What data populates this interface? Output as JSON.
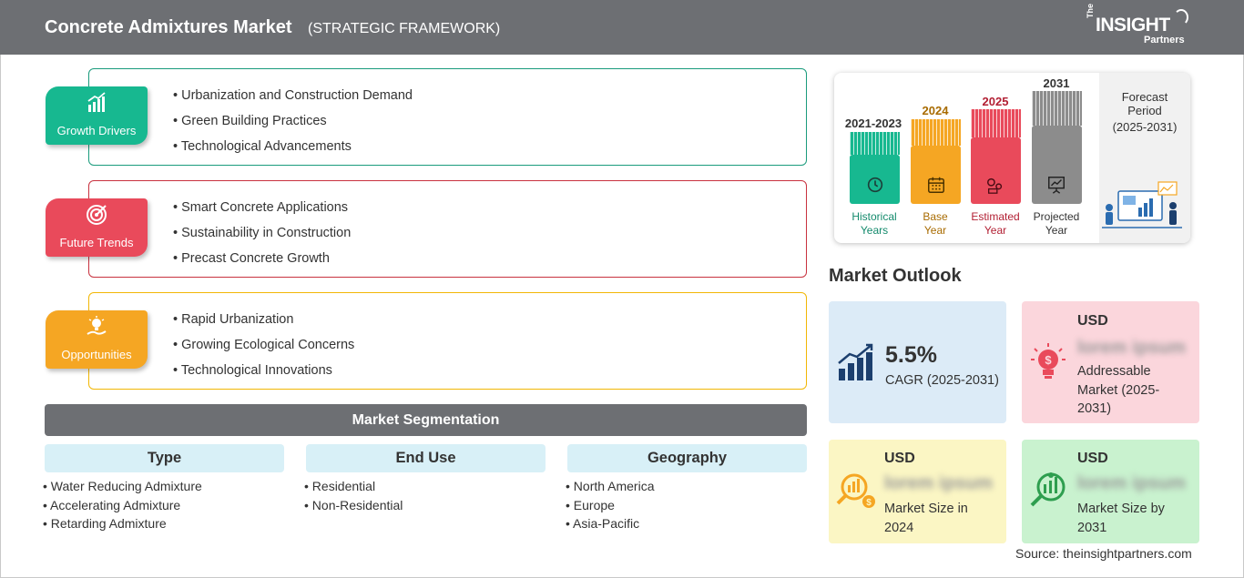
{
  "header": {
    "title": "Concrete Admixtures Market",
    "subtitle": "(STRATEGIC FRAMEWORK)",
    "logo": {
      "the": "The",
      "insight": "INSIGHT",
      "partners": "Partners"
    }
  },
  "framework": [
    {
      "tag": "Growth Drivers",
      "icon": "bar-chart-growth-icon",
      "color": "#17b890",
      "border": "#1a9b7c",
      "items": [
        "Urbanization and Construction Demand",
        "Green Building Practices",
        "Technological Advancements"
      ]
    },
    {
      "tag": "Future Trends",
      "icon": "target-icon",
      "color": "#e94a5b",
      "border": "#c8323f",
      "items": [
        "Smart Concrete Applications",
        "Sustainability in Construction",
        "Precast Concrete Growth"
      ]
    },
    {
      "tag": "Opportunities",
      "icon": "lightbulb-hand-icon",
      "color": "#f5a623",
      "border": "#f2b705",
      "items": [
        "Rapid Urbanization",
        "Growing Ecological Concerns",
        "Technological Innovations"
      ]
    }
  ],
  "segmentation": {
    "title": "Market Segmentation",
    "columns": [
      {
        "header": "Type",
        "items": [
          "Water Reducing Admixture",
          "Accelerating Admixture",
          "Retarding Admixture"
        ]
      },
      {
        "header": "End Use",
        "items": [
          "Residential",
          "Non-Residential"
        ]
      },
      {
        "header": "Geography",
        "items": [
          "North America",
          "Europe",
          "Asia-Pacific"
        ]
      }
    ]
  },
  "timeline": {
    "periods": [
      {
        "year": "2021-2023",
        "label_1": "Historical",
        "label_2": "Years",
        "color": "#17b890",
        "text_color": "#138a6c",
        "icon": "clock-history-icon"
      },
      {
        "year": "2024",
        "label_1": "Base",
        "label_2": "Year",
        "color": "#f5a623",
        "text_color": "#a86b00",
        "icon": "calendar-icon"
      },
      {
        "year": "2025",
        "label_1": "Estimated",
        "label_2": "Year",
        "color": "#e94a5b",
        "text_color": "#b21f33",
        "icon": "gears-money-icon"
      },
      {
        "year": "2031",
        "label_1": "Projected",
        "label_2": "Year",
        "color": "#8c8c8c",
        "text_color": "#333333",
        "icon": "presentation-chart-icon"
      }
    ],
    "forecast": {
      "line_1": "Forecast",
      "line_2": "Period",
      "range": "(2025-2031)",
      "icon": "analyst-dashboard-icon"
    }
  },
  "outlook": {
    "title": "Market Outlook",
    "cagr": {
      "value": "5.5%",
      "label": "CAGR (2025-2031)",
      "icon": "growth-chart-icon",
      "bg": "#dcebf7"
    },
    "addressable": {
      "currency": "USD",
      "value": "lorem ipsum",
      "label": "Addressable Market (2025-2031)",
      "icon": "lightbulb-dollar-icon",
      "bg": "#fbd6dc"
    },
    "size_2024": {
      "currency": "USD",
      "value": "lorem ipsum",
      "label": "Market Size in 2024",
      "icon": "magnifier-dollar-icon",
      "bg": "#fbf6c4"
    },
    "size_2031": {
      "currency": "USD",
      "value": "lorem ipsum",
      "label": "Market Size by 2031",
      "icon": "magnifier-chart-icon",
      "bg": "#c9f2cf"
    }
  },
  "source": "Source: theinsightpartners.com"
}
